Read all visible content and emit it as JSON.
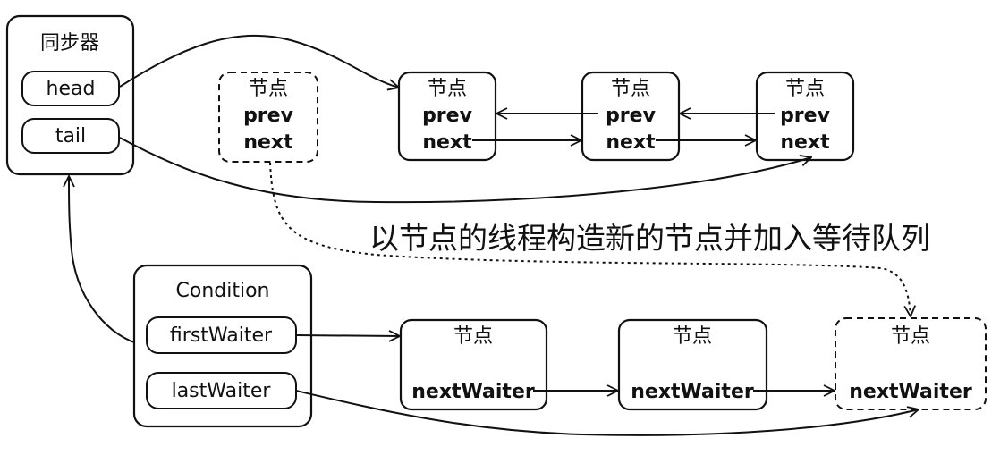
{
  "sync": {
    "title": "同步器",
    "head": "head",
    "tail": "tail"
  },
  "sync_queue": {
    "new_node": {
      "title": "节点",
      "prev": "prev",
      "next": "next"
    },
    "nodes": [
      {
        "title": "节点",
        "prev": "prev",
        "next": "next"
      },
      {
        "title": "节点",
        "prev": "prev",
        "next": "next"
      },
      {
        "title": "节点",
        "prev": "prev",
        "next": "next"
      }
    ]
  },
  "caption": "以节点的线程构造新的节点并加入等待队列",
  "condition": {
    "title": "Condition",
    "first_waiter": "firstWaiter",
    "last_waiter": "lastWaiter",
    "nodes": [
      {
        "title": "节点",
        "next_waiter": "nextWaiter"
      },
      {
        "title": "节点",
        "next_waiter": "nextWaiter"
      },
      {
        "title": "节点",
        "next_waiter": "nextWaiter"
      }
    ]
  }
}
